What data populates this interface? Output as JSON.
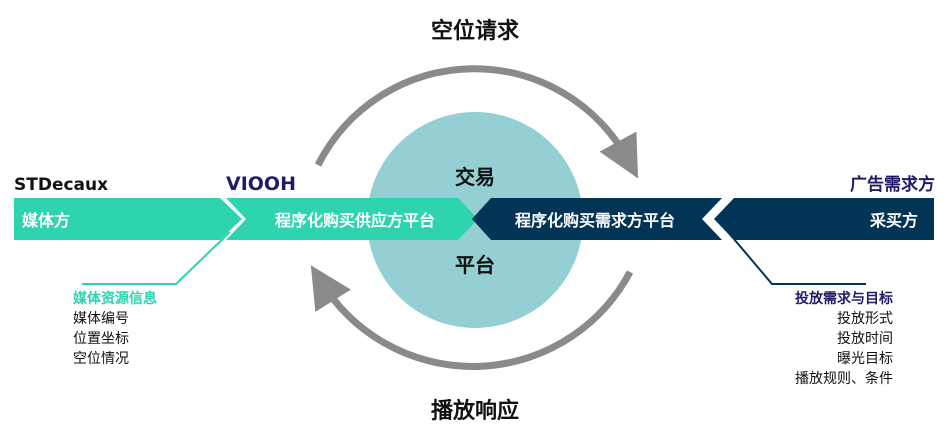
{
  "top_label": "空位请求",
  "bottom_label": "播放响应",
  "center": {
    "line1": "交易",
    "line2": "平台"
  },
  "left": {
    "brand": "STDecaux",
    "band_label": "媒体方",
    "info_title": "媒体资源信息",
    "info_items": [
      "媒体编号",
      "位置坐标",
      "空位情况"
    ]
  },
  "ssp": {
    "brand": "VIOOH",
    "band_label": "程序化购买供应方平台"
  },
  "dsp": {
    "band_label": "程序化购买需求方平台"
  },
  "right": {
    "title": "广告需求方",
    "band_label": "采买方",
    "info_title": "投放需求与目标",
    "info_items": [
      "投放形式",
      "投放时间",
      "曝光目标",
      "播放规则、条件"
    ]
  },
  "colors": {
    "teal": "#2dd4ae",
    "navy": "#023456",
    "circle": "#93cfd3",
    "arrow": "#8a8a8a",
    "indigo": "#1e1c66"
  }
}
